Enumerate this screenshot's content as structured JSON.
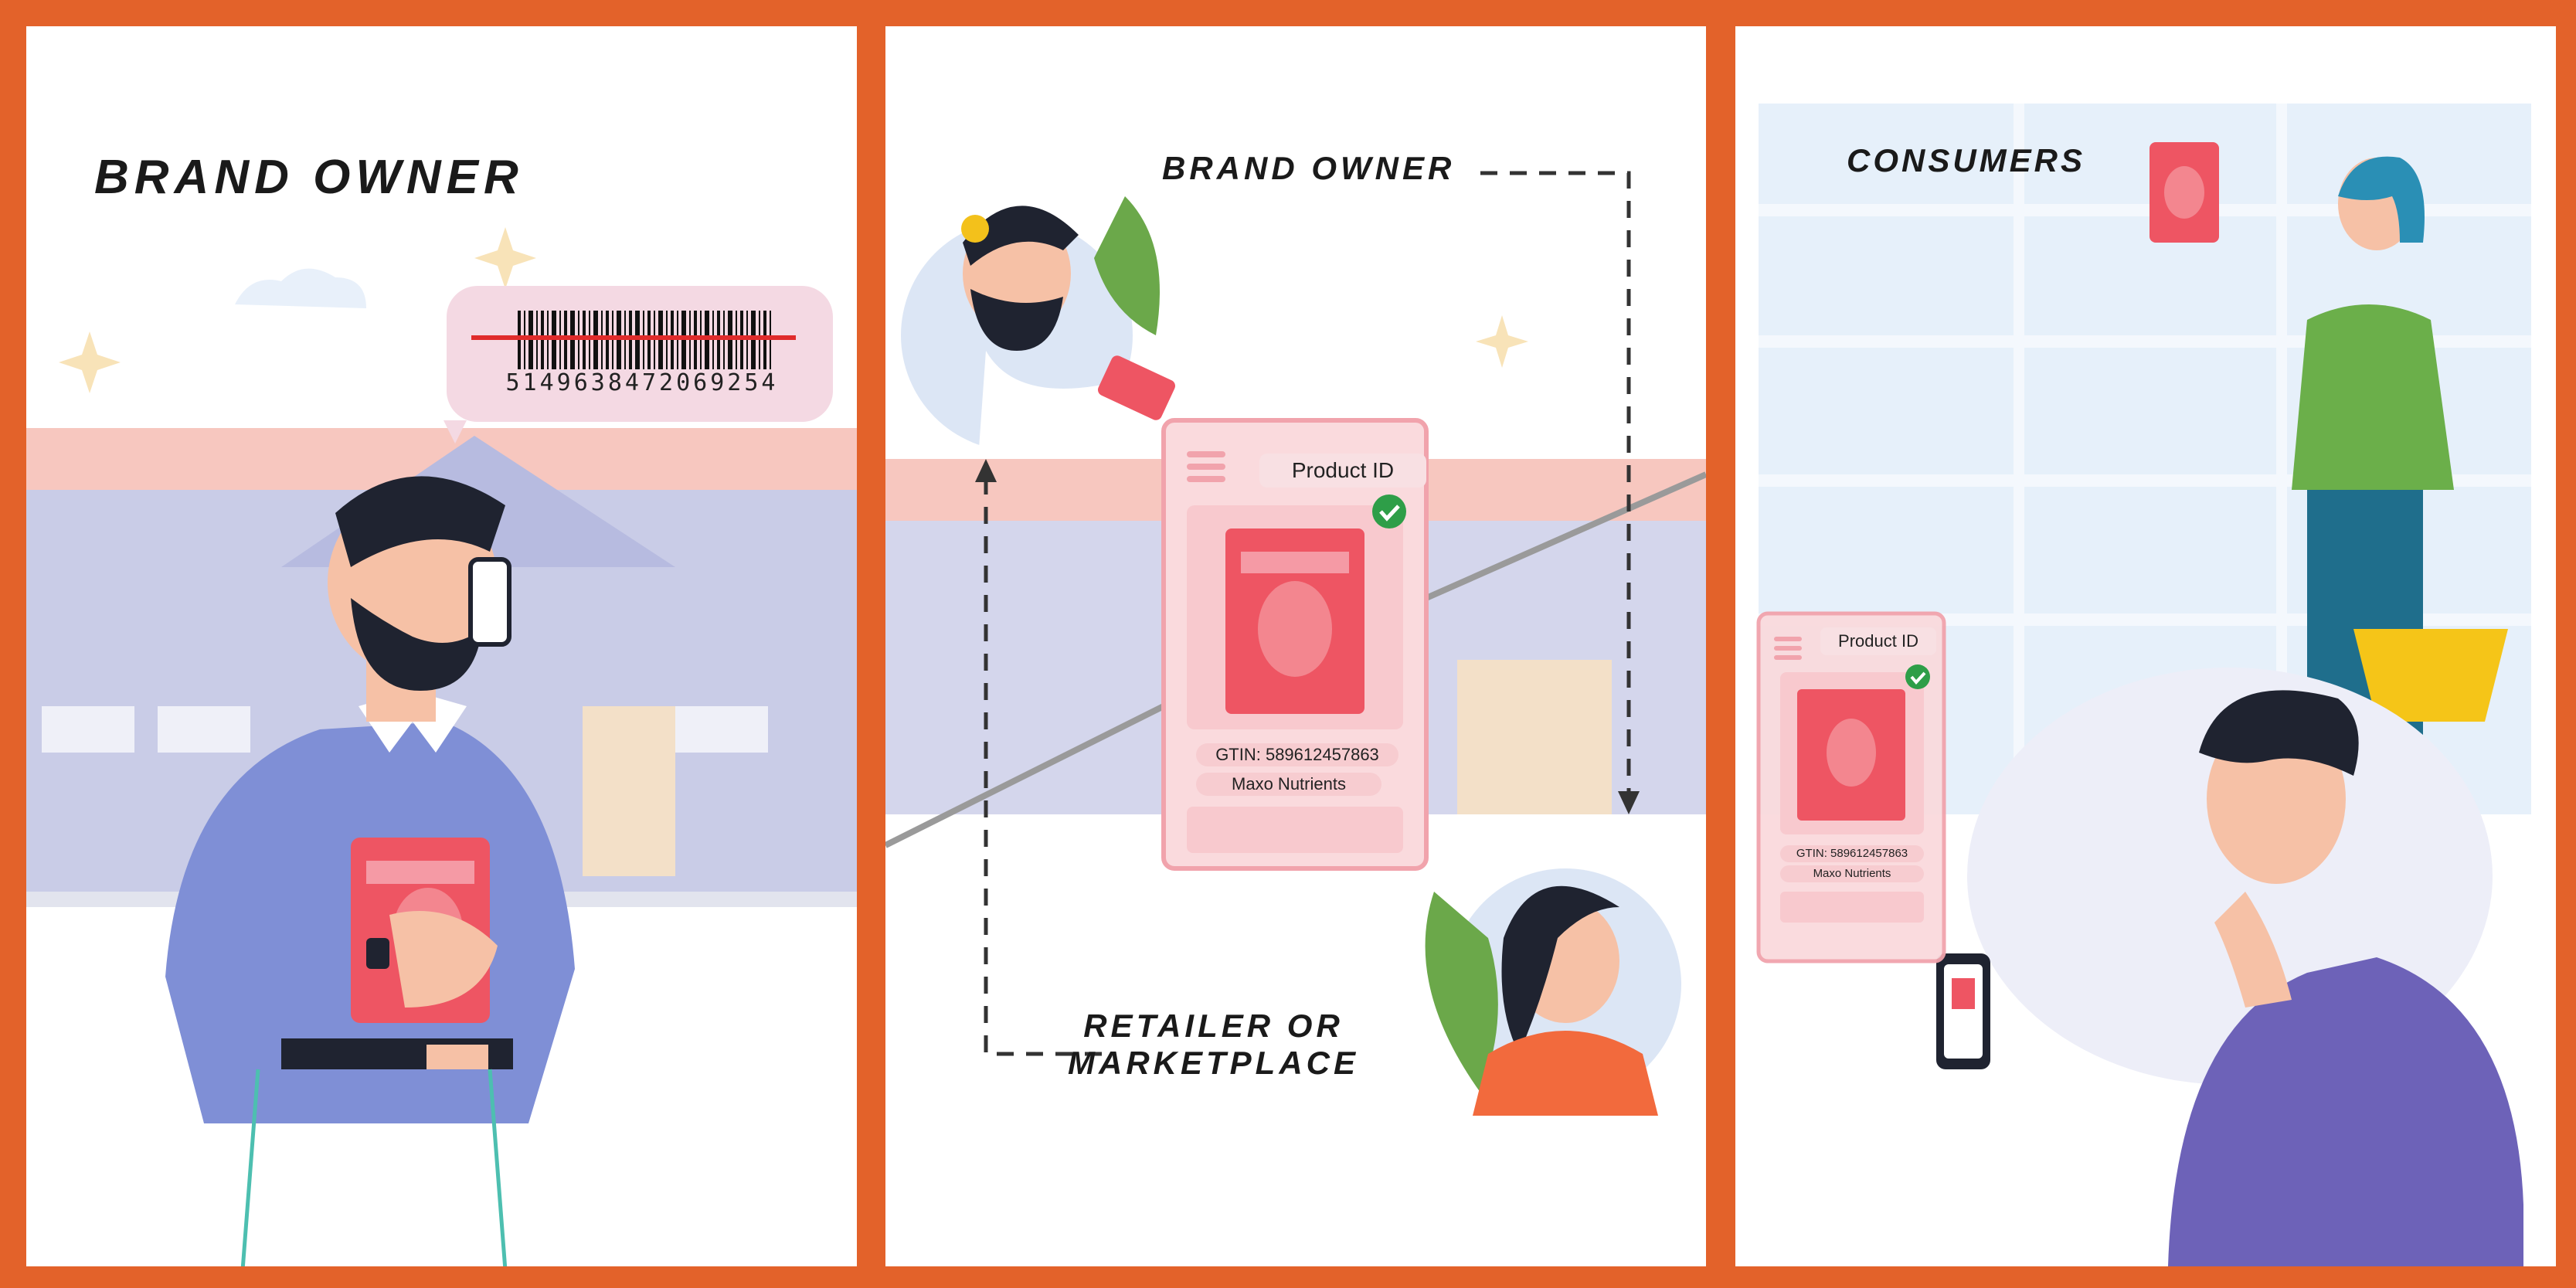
{
  "panel1": {
    "heading": "BRAND OWNER",
    "barcode_number": "5149638472069254"
  },
  "panel2": {
    "heading_top": "BRAND OWNER",
    "heading_bottom": "RETAILER OR\nMARKETPLACE",
    "card": {
      "product_id_label": "Product ID",
      "gtin": "GTIN: 589612457863",
      "brand": "Maxo Nutrients"
    }
  },
  "panel3": {
    "heading": "CONSUMERS",
    "card": {
      "product_id_label": "Product ID",
      "gtin": "GTIN: 589612457863",
      "brand": "Maxo Nutrients"
    }
  },
  "colors": {
    "frame": "#E3622A",
    "product_red": "#EE5563",
    "card_pink": "#FADADD",
    "shirt_blue": "#7F8FD6",
    "sweater_purple": "#6D62B8",
    "check_green": "#2E9E48"
  }
}
